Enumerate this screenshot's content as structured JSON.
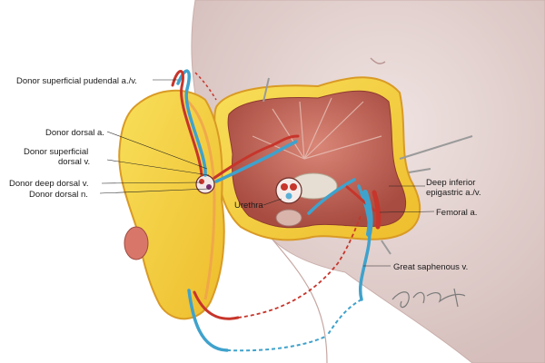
{
  "labels": {
    "superficial_pudendal": "Donor superficial pudendal a./v.",
    "dorsal_a": "Donor dorsal a.",
    "superficial_dorsal_v_line1": "Donor superficial",
    "superficial_dorsal_v_line2": "dorsal v.",
    "deep_dorsal_v": "Donor deep dorsal v.",
    "dorsal_n": "Donor dorsal n.",
    "urethra": "Urethra",
    "deep_inferior_epigastric_line1": "Deep inferior",
    "deep_inferior_epigastric_line2": "epigastric a./v.",
    "femoral_a": "Femoral a.",
    "great_saphenous_v": "Great saphenous v."
  },
  "signature": "Signature",
  "colors": {
    "skin": "#e3d2cf",
    "fat": "#f4d23c",
    "fat_edge": "#e2a62a",
    "muscle": "#c76a5c",
    "artery": "#c7352b",
    "vein": "#3fa2cc"
  }
}
